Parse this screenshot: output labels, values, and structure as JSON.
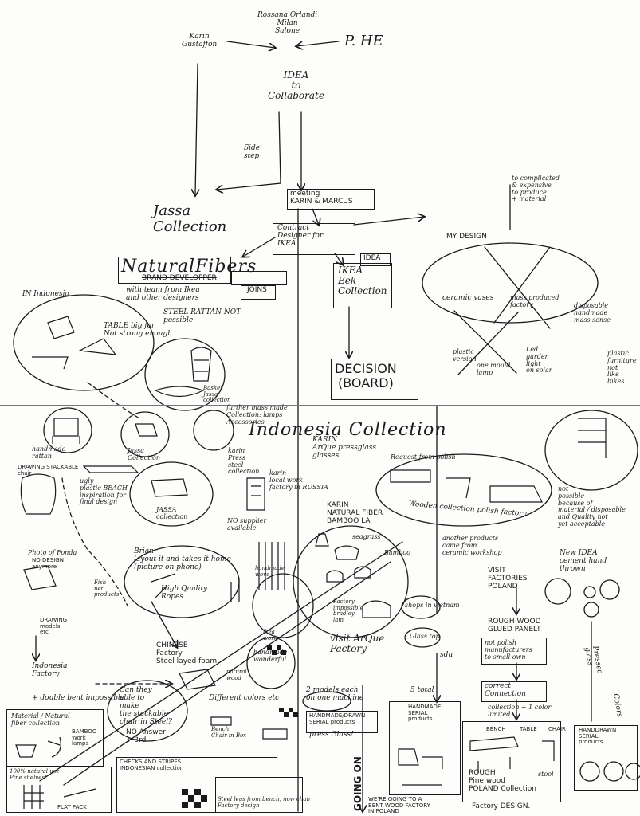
{
  "top": {
    "origin": "Rossana Orlandi\nMilan\nSalone",
    "karin": "Karin\nGustaffon",
    "phe": "P. HE",
    "idea": "IDEA\nto\nCollaborate",
    "side_step": "Side\nstep",
    "meeting": "meeting\nKARIN & MARCUS",
    "contract": "Contract\nDesigner for\nIKEA",
    "jassa": "Jassa\nCollection",
    "ikea_eek": "IKEA\nEek\nCollection",
    "idea_tag": "IDEA",
    "decision": "DECISION\n(BOARD)",
    "natural_fibers": "NaturalFibers",
    "brand_developer": "BRAND DEVELOPPER",
    "joins": "JOINS",
    "with_team": "with team from Ikea\nand other designers",
    "indonesia": "IN Indonesia",
    "steel_rattan": "STEEL RATTAN NOT\npossible",
    "table_big": "TABLE big for\nNot strong enough",
    "basket_jassa": "Basket\nJassa\ncollection",
    "to_complicated": "to complicated\n& expensive\nto produce\n+ material",
    "my_design": "MY DESIGN",
    "ceramic_vases": "ceramic vases",
    "mass_produced": "mass produced\nfactory",
    "disposable": "disposable\nhandmade\nmass sense",
    "plastic_version": "plastic\nversion",
    "one_mould": "one mould\nlamp",
    "led_garden": "Led\ngarden\nlight\non solar",
    "plastic_furniture": "plastic\nfurniture\nnot\nlike\nbikes"
  },
  "middle": {
    "indonesia_collection": "Indonesia Collection",
    "handmade_rattan": "handmade\nrattan",
    "jassa_collection_small": "Jassa\nCollection",
    "further_mass": "further mass made\nCollection: lamps\nAccessories",
    "drawing_stackable": "DRAWING STACKABLE\nchair",
    "ugly_plastic": "ugly\nplastic BEACH\ninspiration for\nfinal design",
    "jassa_collection_2": "JASSA\ncollection",
    "karin_press": "karin\nPress\nsteel\ncollection",
    "no_supplier": "NO supplier\navailable",
    "karin_local": "karin\nlocal work\nfactory in RUSSIA",
    "arque_pressglass": "KARIN\nArQue pressglass\nglasses",
    "request_polish": "Request from polish",
    "wooden_polish": "Wooden collection polish factory",
    "karin_natural_fiber": "KARIN\nNATURAL FIBER\nBAMBOO LA",
    "seagrass": "seagrass",
    "bamboo": "Bamboo",
    "factory_bradley": "Factory\nimpossible\nbradley\nlam",
    "another_products": "another products\ncame from\nceramic workshop",
    "not_possible": "not\npossible\nbecause of\nmaterial / disposable\nand Quality not\nyet acceptable",
    "new_idea": "New IDEA\ncement hand\nthrown",
    "visit_factories_poland": "VISIT\nFACTORIES\nPOLAND",
    "rough_wood": "ROUGH WOOD\nGLUED PANEL!",
    "not_polish": "not polish\nmanufacturers\nto small own",
    "correct_connection": "correct\nConnection",
    "collection_1": "collection + 1 color\nlimited",
    "brian_layout": "Brian\nlayout it and takes it home\n(picture on phone)",
    "high_quality_ropes": "High Quality\nRopes",
    "photo_fonda": "Photo of Fonda",
    "no_design_anymore": "NO DESIGN\nanymore",
    "drawing_models": "DRAWING\nmodels\netc",
    "indonesia_factory": "Indonesia\nFactory",
    "double_bent": "+ double bent impossible",
    "fish_net": "Fish\nnet\nproducts",
    "handmade_dyed": "handmade\nwove",
    "ikea_work": "ikea\nwork",
    "visit_arque": "visit ArQue\nFactory",
    "chinese_factory": "CHINESE\nFactory\nSteel layed foam",
    "can_they": "Can they\nable to\nmake\nthe stackable\nchair in Steel?",
    "no_answer": "NO Answer\n+ 3rd",
    "different_colors": "Different colors etc",
    "handmade_wonderful": "handmade\nwonderful",
    "natural_wood": "natural\nwood",
    "two_models": "2 models each\non one machine",
    "shops_vietnam": "shops in vietnam",
    "glass_top": "Glass top",
    "sdu": "sdu",
    "five_total": "5 total",
    "pressed": "Pressed\nglass",
    "colors": "Colors"
  },
  "bottom": {
    "material_natural": "Material / Natural\nfiber collection",
    "bamboo_work_lamps": "BAMBOO\nWork\nlamps",
    "pine_shelves": "100% natural use\nPine shelves!",
    "flat_pack": "FLAT PACK",
    "checks_stripes": "CHECKS AND STRIPES\nINDONESIAN collection",
    "steel_legs": "Steel legs from bench, now chair\nFactory design",
    "chair_in_box": "Bench\nChair in Box",
    "handmade_serial": "HANDMADE/DRAWN\nSERIAL products",
    "press_glass": "press Glass!",
    "handmade_serial_2": "HANDMADE\nSERIAL\nproducts",
    "going_on": "GOING ON",
    "were_going": "WE'RE GOING TO A\nBENT WOOD FACTORY\nIN POLAND",
    "bench_label": "BENCH",
    "table_label": "TABLE",
    "chair_label": "CHAIR",
    "stool_label": "stool",
    "rough_pine": "ROUGH\nPine wood\nPOLAND Collection",
    "factory_design": "Factory DESIGN.",
    "handdrawn_serial": "HANDDRAWN\nSERIAL\nproducts"
  }
}
